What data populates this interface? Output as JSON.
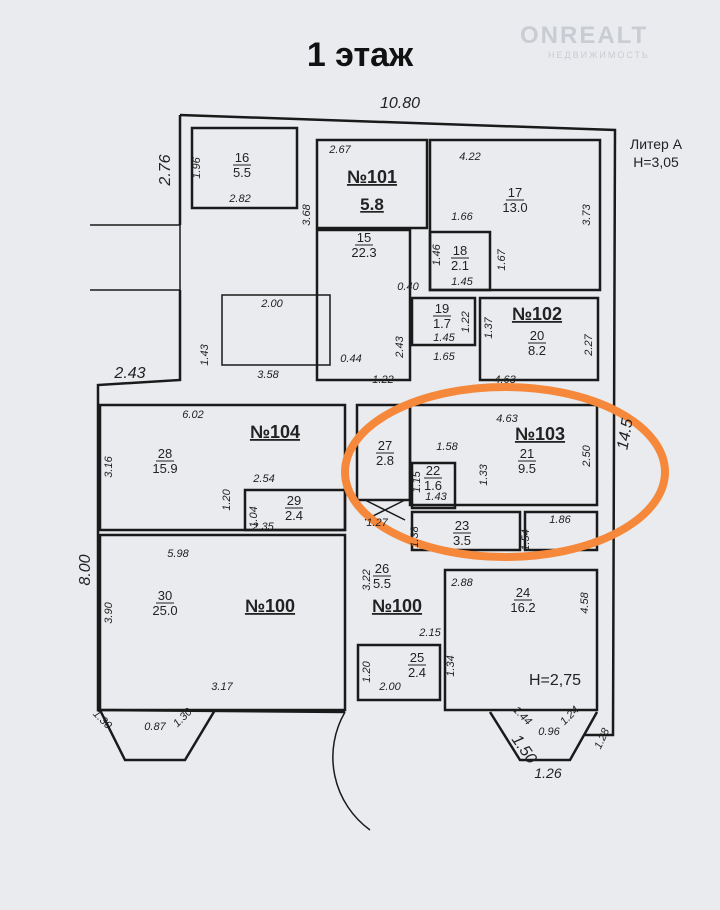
{
  "title": "1 этаж",
  "watermark": {
    "brand": "ONREALT",
    "sub": "НЕДВИЖИМОСТЬ"
  },
  "liter": {
    "name": "Литер А",
    "height": "H=3,05"
  },
  "height_annex": "H=2,75",
  "highlight_color": "#f5883a",
  "apartments": {
    "a100": "№100",
    "a100b": "№100",
    "a101": "№101",
    "a101_area": "5.8",
    "a102": "№102",
    "a103": "№103",
    "a104": "№104"
  },
  "rooms": [
    {
      "n": "16",
      "area": "5.5"
    },
    {
      "n": "15",
      "area": "22.3"
    },
    {
      "n": "17",
      "area": "13.0"
    },
    {
      "n": "18",
      "area": "2.1"
    },
    {
      "n": "19",
      "area": "1.7"
    },
    {
      "n": "20",
      "area": "8.2"
    },
    {
      "n": "28",
      "area": "15.9"
    },
    {
      "n": "29",
      "area": "2.4"
    },
    {
      "n": "30",
      "area": "25.0"
    },
    {
      "n": "27",
      "area": "2.8"
    },
    {
      "n": "21",
      "area": "9.5"
    },
    {
      "n": "22",
      "area": "1.6"
    },
    {
      "n": "23",
      "area": "3.5"
    },
    {
      "n": "26",
      "area": "5.5"
    },
    {
      "n": "24",
      "area": "16.2"
    },
    {
      "n": "25",
      "area": "2.4"
    }
  ],
  "dims": [
    "10.80",
    "2.76",
    "1.96",
    "2.82",
    "2.67",
    "3.68",
    "4.22",
    "3.73",
    "1.66",
    "1.46",
    "1.45",
    "1.67",
    "0.40",
    "1.22",
    "1.45",
    "1.37",
    "2.27",
    "1.65",
    "2.43",
    "2.00",
    "1.43",
    "3.58",
    "0.44",
    "1.22",
    "4.63",
    "2.43",
    "6.02",
    "3.16",
    "2.54",
    "1.20",
    "1.04",
    "2.35",
    "5.98",
    "8.00",
    "4.63",
    "1.58",
    "1.15",
    "1.43",
    "1.33",
    "2.50",
    "1.27",
    "1.38",
    "1.86",
    "1.54",
    "2.88",
    "3.22",
    "3.90",
    "3.17",
    "2.15",
    "1.20",
    "2.00",
    "1.34",
    "4.58",
    "1.30",
    "0.87",
    "1.30",
    "1.44",
    "0.96",
    "1.24",
    "1.28",
    "1.50",
    "1.26",
    "14.5"
  ]
}
